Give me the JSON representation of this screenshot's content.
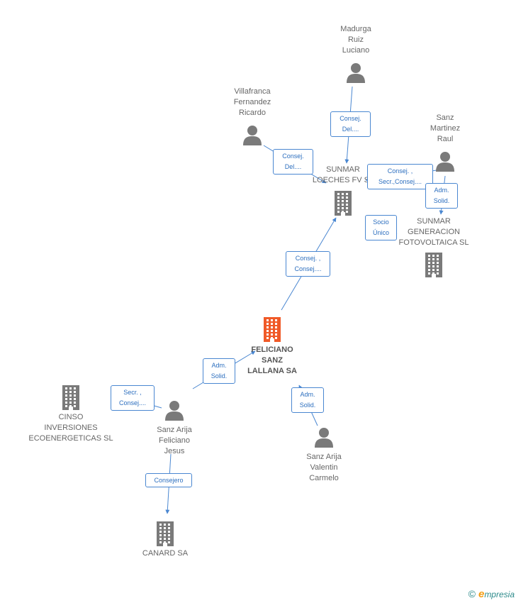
{
  "colors": {
    "edge": "#4a87d1",
    "person": "#7a7a7a",
    "company": "#7a7a7a",
    "main": "#f05a28"
  },
  "nodes": [
    {
      "id": "madurga",
      "kind": "person",
      "name": "Madurga\nRuiz\nLuciano"
    },
    {
      "id": "villafranca",
      "kind": "person",
      "name": "Villafranca\nFernandez\nRicardo"
    },
    {
      "id": "sanzmartinez",
      "kind": "person",
      "name": "Sanz\nMartinez\nRaul"
    },
    {
      "id": "loeches",
      "kind": "company",
      "name": "SUNMAR\nLOECHES FV SL"
    },
    {
      "id": "generacion",
      "kind": "company",
      "name": "SUNMAR\nGENERACION\nFOTOVOLTAICA SL"
    },
    {
      "id": "feliciano",
      "kind": "main",
      "name": "FELICIANO\nSANZ\nLALLANA SA"
    },
    {
      "id": "cinso",
      "kind": "company",
      "name": "CINSO\nINVERSIONES\nECOENERGETICAS SL"
    },
    {
      "id": "arijafeliciano",
      "kind": "person",
      "name": "Sanz Arija\nFeliciano\nJesus"
    },
    {
      "id": "arijavalentin",
      "kind": "person",
      "name": "Sanz Arija\nValentin\nCarmelo"
    },
    {
      "id": "canard",
      "kind": "company",
      "name": "CANARD SA"
    }
  ],
  "edge_labels": [
    {
      "id": "madurga-loeches",
      "text": "Consej.\nDel...."
    },
    {
      "id": "villafranca-loeches",
      "text": "Consej.\nDel...."
    },
    {
      "id": "sanzmartinez-loeches",
      "text": "Consej. ,\nSecr.,Consej...."
    },
    {
      "id": "sanzmartinez-generacion",
      "text": "Adm.\nSolid."
    },
    {
      "id": "generacion-loeches",
      "text": "Socio\nÚnico"
    },
    {
      "id": "feliciano-loeches",
      "text": "Consej. ,\nConsej...."
    },
    {
      "id": "arijafeliciano-feliciano",
      "text": "Adm.\nSolid."
    },
    {
      "id": "arijafeliciano-cinso",
      "text": "Secr. ,\nConsej...."
    },
    {
      "id": "arijavalentin-feliciano",
      "text": "Adm.\nSolid."
    },
    {
      "id": "arijafeliciano-canard",
      "text": "Consejero"
    }
  ],
  "footer": {
    "copyright": "©",
    "brand_initial": "e",
    "brand_rest": "mpresia"
  }
}
